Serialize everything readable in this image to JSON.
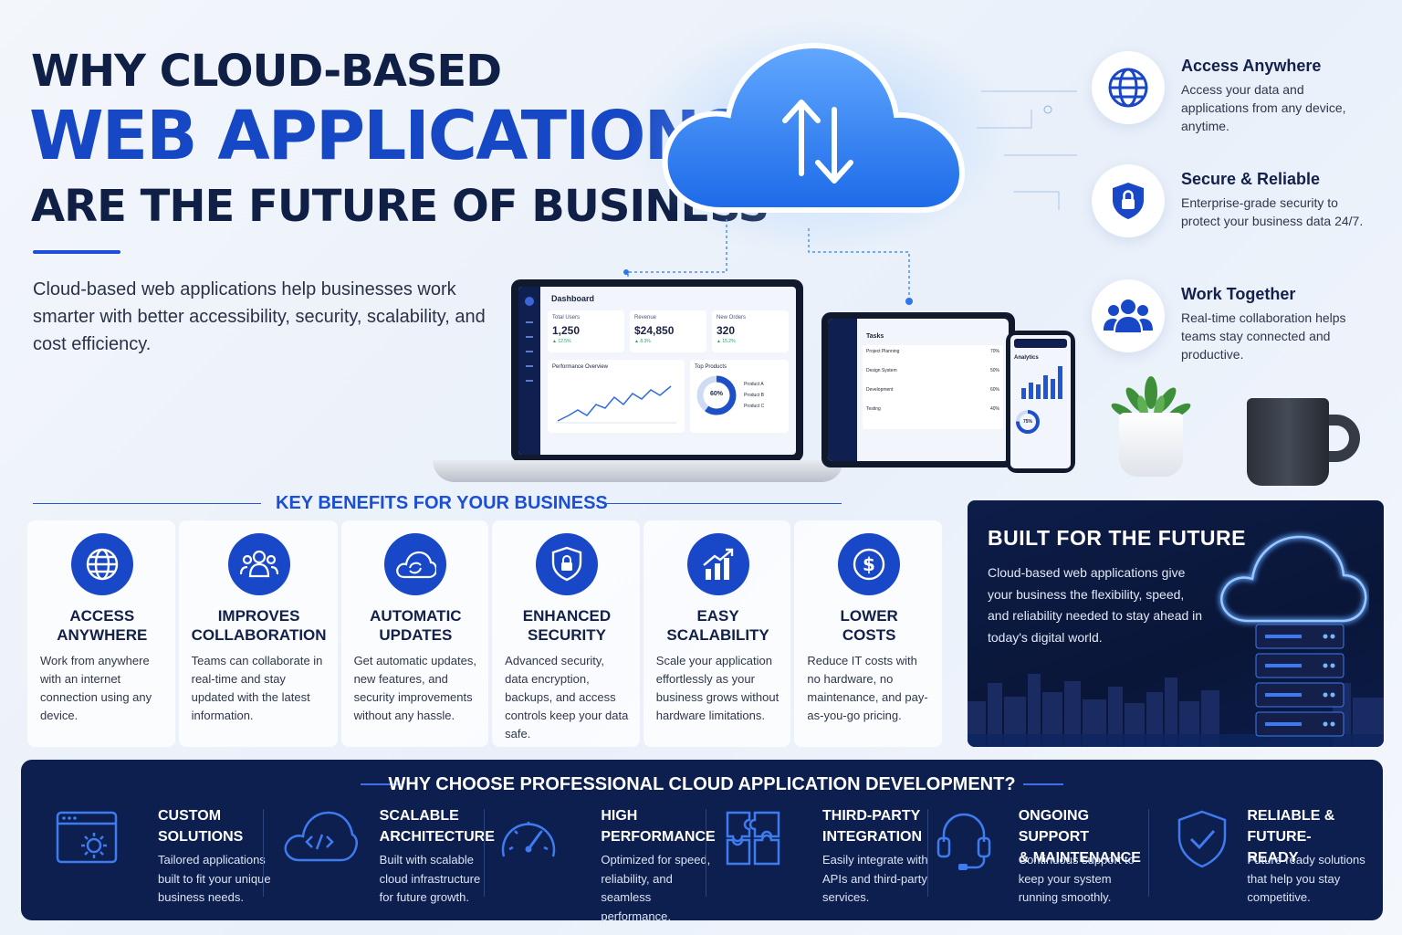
{
  "header": {
    "line1": "WHY CLOUD-BASED",
    "line2": "WEB APPLICATIONS",
    "line3": "ARE THE FUTURE OF BUSINESS",
    "intro": "Cloud-based web applications help businesses work smarter with better accessibility, security, scalability, and cost efficiency."
  },
  "dashboard": {
    "title": "Dashboard",
    "stats": [
      {
        "label": "Total Users",
        "value": "1,250",
        "delta": "▲ 12.5%"
      },
      {
        "label": "Revenue",
        "value": "$24,850",
        "delta": "▲ 8.3%"
      },
      {
        "label": "New Orders",
        "value": "320",
        "delta": "▲ 15.2%"
      }
    ],
    "perf_label": "Performance Overview",
    "top_label": "Top Products",
    "donut_value": "60%",
    "products": [
      "Product A",
      "Product B",
      "Product C"
    ]
  },
  "tablet": {
    "heading": "Tasks",
    "tasks": [
      {
        "name": "Project Planning",
        "pct": "70%"
      },
      {
        "name": "Design System",
        "pct": "50%"
      },
      {
        "name": "Development",
        "pct": "60%"
      },
      {
        "name": "Testing",
        "pct": "40%"
      }
    ]
  },
  "phone": {
    "heading": "Analytics",
    "donut_value": "75%"
  },
  "features": [
    {
      "title": "Access Anywhere",
      "desc": "Access your data and applications from any device, anytime."
    },
    {
      "title": "Secure & Reliable",
      "desc": "Enterprise-grade security to protect your business data 24/7."
    },
    {
      "title": "Work Together",
      "desc": "Real-time collaboration helps teams stay connected and productive."
    }
  ],
  "benefits_heading": "KEY BENEFITS FOR YOUR BUSINESS",
  "benefits": [
    {
      "title": "ACCESS\nANYWHERE",
      "desc": "Work from anywhere with an internet connection using any device.",
      "icon": "globe-icon"
    },
    {
      "title": "IMPROVES\nCOLLABORATION",
      "desc": "Teams can collaborate in real-time and stay updated with the latest information.",
      "icon": "team-icon"
    },
    {
      "title": "AUTOMATIC\nUPDATES",
      "desc": "Get automatic updates, new features, and security improvements without any hassle.",
      "icon": "cloud-sync-icon"
    },
    {
      "title": "ENHANCED\nSECURITY",
      "desc": "Advanced security, data encryption, backups, and access controls keep your data safe.",
      "icon": "shield-lock-icon"
    },
    {
      "title": "EASY\nSCALABILITY",
      "desc": "Scale your application effortlessly as your business grows without hardware limitations.",
      "icon": "growth-chart-icon"
    },
    {
      "title": "LOWER\nCOSTS",
      "desc": "Reduce IT costs with no hardware, no maintenance, and pay-as-you-go pricing.",
      "icon": "dollar-icon"
    }
  ],
  "future": {
    "title": "BUILT FOR THE FUTURE",
    "desc": "Cloud-based web applications give your business the flexibility, speed, and reliability needed to stay ahead in today's digital world."
  },
  "choose": {
    "title": "WHY CHOOSE PROFESSIONAL CLOUD APPLICATION DEVELOPMENT?",
    "items": [
      {
        "title": "CUSTOM\nSOLUTIONS",
        "desc": "Tailored applications built to fit your unique business needs.",
        "icon": "gear-window-icon"
      },
      {
        "title": "SCALABLE\nARCHITECTURE",
        "desc": "Built with scalable cloud infrastructure for future growth.",
        "icon": "cloud-code-icon"
      },
      {
        "title": "HIGH\nPERFORMANCE",
        "desc": "Optimized for speed, reliability, and seamless performance.",
        "icon": "speedometer-icon"
      },
      {
        "title": "THIRD-PARTY\nINTEGRATION",
        "desc": "Easily integrate with APIs and third-party services.",
        "icon": "puzzle-icon"
      },
      {
        "title": "ONGOING SUPPORT\n& MAINTENANCE",
        "desc": "Continuous support to keep your system running smoothly.",
        "icon": "headset-icon"
      },
      {
        "title": "RELIABLE &\nFUTURE-READY",
        "desc": "Future-ready solutions that help you stay competitive.",
        "icon": "shield-check-icon"
      }
    ]
  },
  "colors": {
    "primary": "#1847c7",
    "navy": "#0d1f4e",
    "accent": "#1a4fd6"
  }
}
